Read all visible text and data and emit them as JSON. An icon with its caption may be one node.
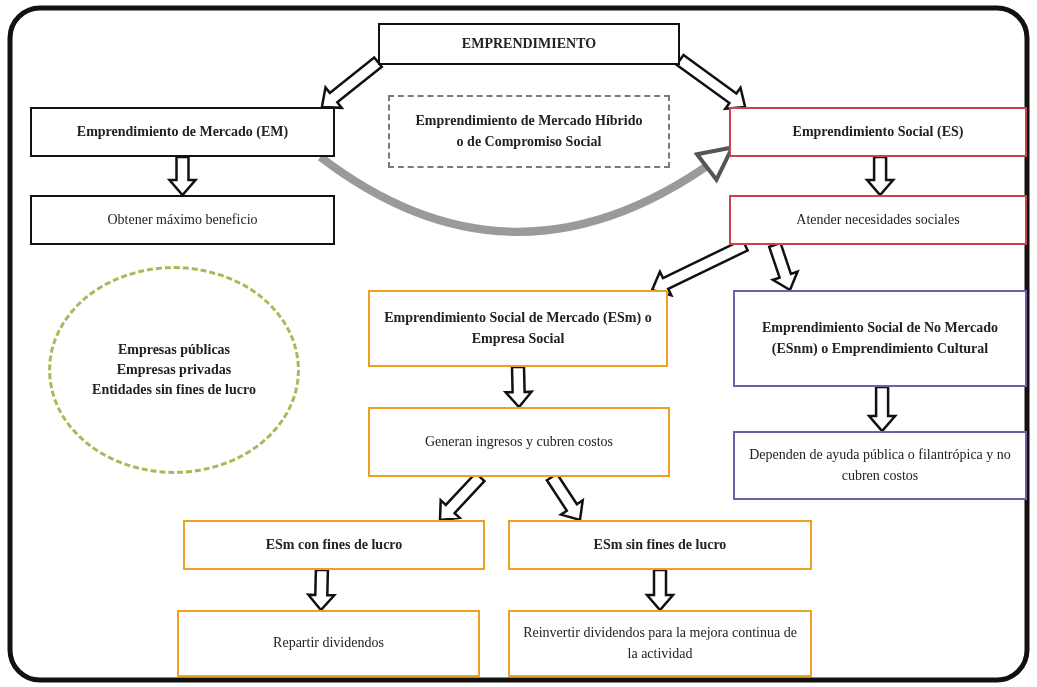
{
  "diagram": {
    "nodes": [
      {
        "text": [
          "EMPRENDIMIENTO"
        ]
      },
      {
        "text": [
          "Emprendimiento de Mercado (EM)"
        ]
      },
      {
        "text": [
          "Emprendimiento de Mercado Híbrido o de Compromiso Social"
        ]
      },
      {
        "text": [
          "Emprendimiento Social (ES)"
        ]
      },
      {
        "text": [
          "Obtener máximo beneficio"
        ]
      },
      {
        "text": [
          "Atender necesidades sociales"
        ]
      },
      {
        "text": [
          "Empresas públicas",
          "Empresas privadas",
          "Entidades sin fines de lucro"
        ]
      },
      {
        "text": [
          "Emprendimiento Social de Mercado (ESm) o Empresa Social"
        ]
      },
      {
        "text": [
          "Emprendimiento Social de No Mercado (ESnm) o Emprendimiento Cultural"
        ]
      },
      {
        "text": [
          "Generan ingresos y cubren costos"
        ]
      },
      {
        "text": [
          "Dependen de ayuda pública o filantrópica y no cubren costos"
        ]
      },
      {
        "text": [
          "ESm con fines de lucro"
        ]
      },
      {
        "text": [
          "ESm sin fines de lucro"
        ]
      },
      {
        "text": [
          "Repartir dividendos"
        ]
      },
      {
        "text": [
          "Reinvertir dividendos para la mejora continua de la actividad"
        ]
      }
    ],
    "edges": [
      {
        "from": 0,
        "to": 1,
        "arrow": "to"
      },
      {
        "from": 0,
        "to": 3,
        "arrow": "to"
      },
      {
        "from": 1,
        "to": 4,
        "arrow": "to"
      },
      {
        "from": 1,
        "to": 3,
        "arrow": "to",
        "color": "#9a9a9a"
      },
      {
        "from": 3,
        "to": 5,
        "arrow": "to"
      },
      {
        "from": 5,
        "to": 7,
        "arrow": "to"
      },
      {
        "from": 5,
        "to": 8,
        "arrow": "to"
      },
      {
        "from": 7,
        "to": 9,
        "arrow": "to"
      },
      {
        "from": 8,
        "to": 10,
        "arrow": "to"
      },
      {
        "from": 9,
        "to": 11,
        "arrow": "to"
      },
      {
        "from": 9,
        "to": 12,
        "arrow": "to"
      },
      {
        "from": 11,
        "to": 13,
        "arrow": "to"
      },
      {
        "from": 12,
        "to": 14,
        "arrow": "to"
      }
    ]
  }
}
